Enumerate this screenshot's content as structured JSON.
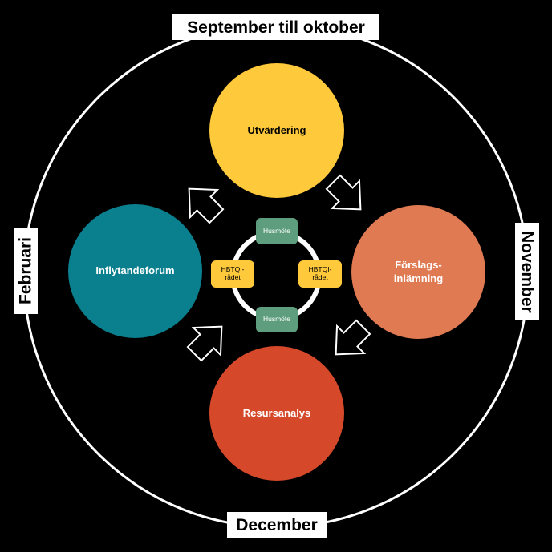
{
  "labels": {
    "top": "September till oktober",
    "bottom": "December",
    "left": "Februari",
    "right": "November"
  },
  "circles": {
    "top": {
      "text": "Utvärdering",
      "color": "#FFC93C"
    },
    "right": {
      "text": "Förslags-\ninlämning",
      "color": "#E07A52"
    },
    "bottom": {
      "text": "Resursanalys",
      "color": "#D5492A"
    },
    "left": {
      "text": "Inflytandeforum",
      "color": "#0A7F8E"
    }
  },
  "inner": {
    "top": {
      "text": "Husmöte",
      "color": "#5E9E7E"
    },
    "bottom": {
      "text": "Husmöte",
      "color": "#5E9E7E"
    },
    "left": {
      "text": "HBTQI-\nrådet",
      "color": "#FFC93C"
    },
    "right": {
      "text": "HBTQI-\nrådet",
      "color": "#FFC93C"
    }
  },
  "arrow_icon": "hollow-arrow-icon"
}
